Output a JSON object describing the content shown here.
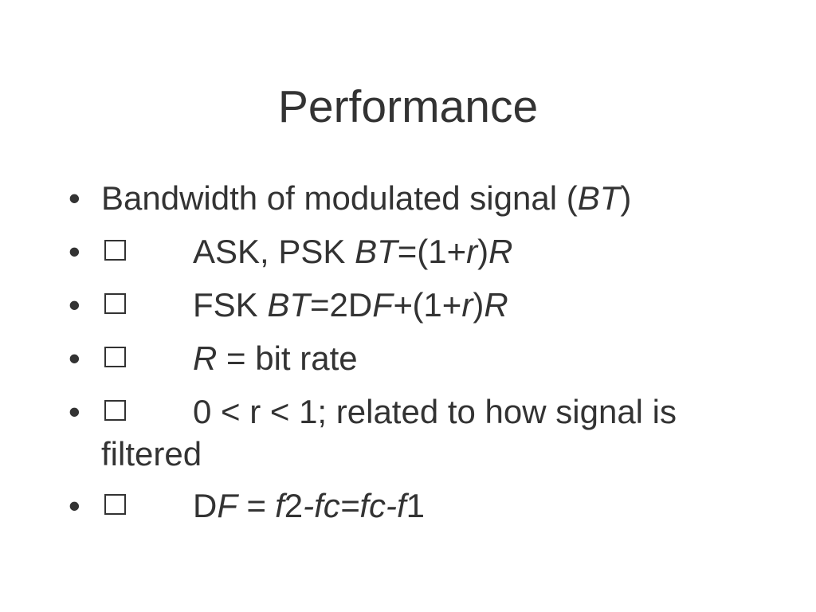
{
  "slide": {
    "title": "Performance",
    "bullet_char": "•",
    "bullets": [
      {
        "has_box": false,
        "parts": [
          {
            "text": "Bandwidth of modulated signal (",
            "italic": false
          },
          {
            "text": "BT",
            "italic": true
          },
          {
            "text": ")",
            "italic": false
          }
        ]
      },
      {
        "has_box": true,
        "parts": [
          {
            "text": "ASK, PSK ",
            "italic": false
          },
          {
            "text": "BT",
            "italic": true
          },
          {
            "text": "=(1+",
            "italic": false
          },
          {
            "text": "r",
            "italic": true
          },
          {
            "text": ")",
            "italic": false
          },
          {
            "text": "R",
            "italic": true
          }
        ]
      },
      {
        "has_box": true,
        "parts": [
          {
            "text": "FSK ",
            "italic": false
          },
          {
            "text": "BT",
            "italic": true
          },
          {
            "text": "=2D",
            "italic": false
          },
          {
            "text": "F+",
            "italic": true
          },
          {
            "text": "(1+",
            "italic": false
          },
          {
            "text": "r",
            "italic": true
          },
          {
            "text": ")",
            "italic": false
          },
          {
            "text": "R",
            "italic": true
          }
        ]
      },
      {
        "has_box": true,
        "parts": [
          {
            "text": "R",
            "italic": true
          },
          {
            "text": " = bit rate",
            "italic": false
          }
        ]
      },
      {
        "has_box": true,
        "wrap": true,
        "parts": [
          {
            "text": "0 < r < 1; related to how signal is filtered",
            "italic": false
          }
        ]
      },
      {
        "has_box": true,
        "parts": [
          {
            "text": "D",
            "italic": false
          },
          {
            "text": "F = f",
            "italic": true
          },
          {
            "text": "2",
            "italic": false
          },
          {
            "text": "-fc=fc-f",
            "italic": true
          },
          {
            "text": "1",
            "italic": false
          }
        ]
      }
    ]
  },
  "colors": {
    "text": "#333333",
    "background": "#ffffff"
  }
}
